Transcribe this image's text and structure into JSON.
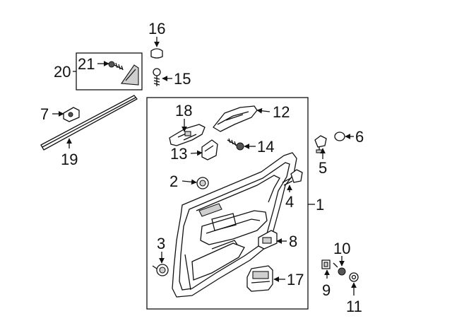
{
  "callouts": {
    "c1": "1",
    "c2": "2",
    "c3": "3",
    "c4": "4",
    "c5": "5",
    "c6": "6",
    "c7": "7",
    "c8": "8",
    "c9": "9",
    "c10": "10",
    "c11": "11",
    "c12": "12",
    "c13": "13",
    "c14": "14",
    "c15": "15",
    "c16": "16",
    "c17": "17",
    "c18": "18",
    "c19": "19",
    "c20": "20",
    "c21": "21"
  },
  "icons": {
    "arrow": "arrow-icon"
  }
}
